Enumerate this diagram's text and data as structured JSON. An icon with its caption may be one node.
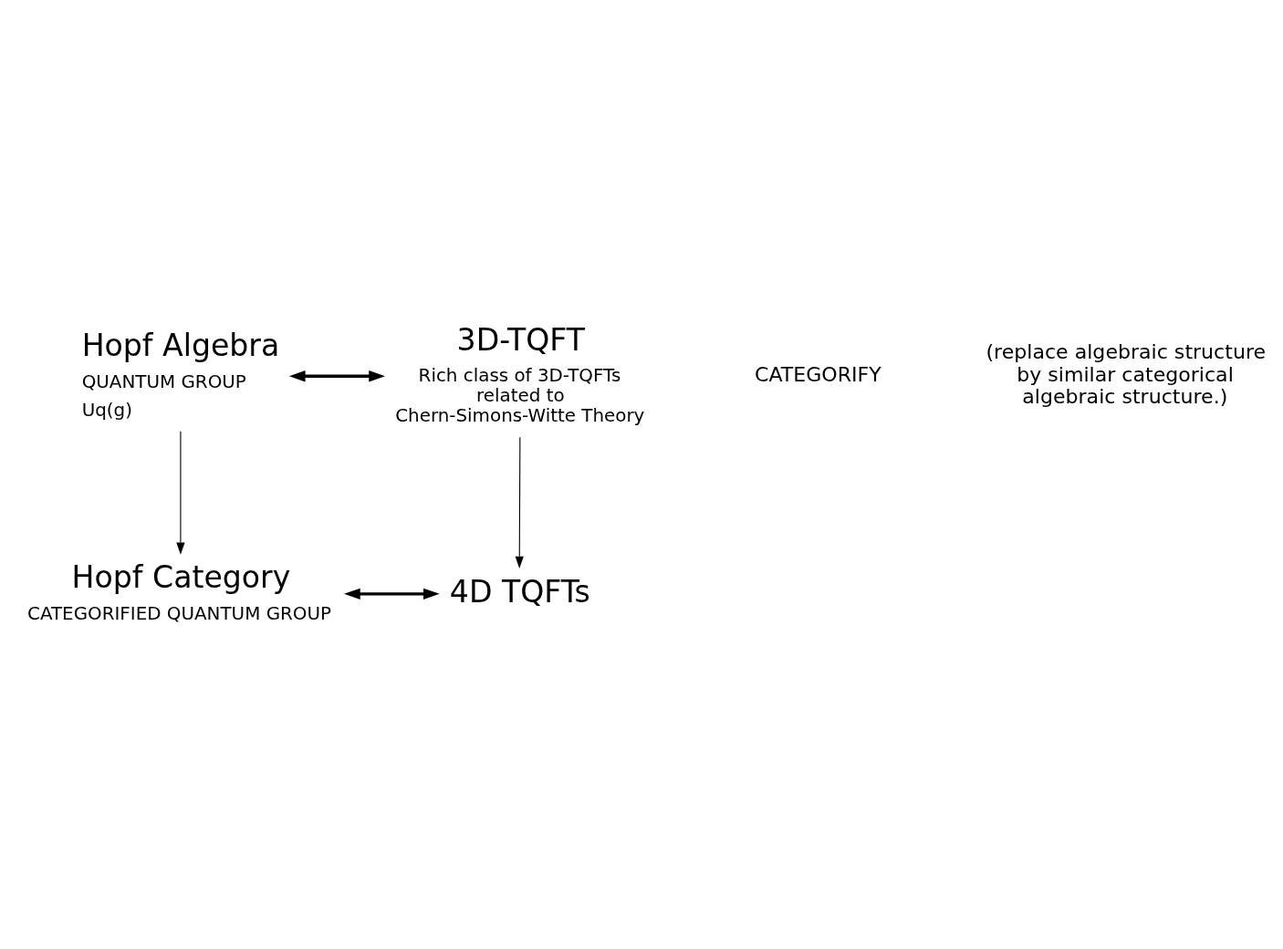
{
  "diagram": {
    "nodes": [
      {
        "text": [
          "Hopf Algebra"
        ],
        "beside": [
          "QUANTUM GROUP",
          "Uq(g)"
        ]
      },
      {
        "text": [
          "3D-TQFT"
        ],
        "beside": [
          "Rich class of 3D-TQFTs related to Chern-Simons-Witte Theory"
        ]
      },
      {
        "text": [
          "Hopf Category"
        ],
        "beside": [
          "CATEGORIFIED QUANTUM GROUP"
        ]
      },
      {
        "text": [
          "4D TQFTs"
        ]
      }
    ],
    "edges": [
      {
        "from": 0,
        "to": 1,
        "arrow": "both",
        "style": "thick"
      },
      {
        "from": 0,
        "to": 2,
        "arrow": "to"
      },
      {
        "from": 1,
        "to": 3,
        "arrow": "to"
      },
      {
        "from": 2,
        "to": 3,
        "arrow": "both",
        "style": "thick"
      }
    ],
    "labels": [
      "CATEGORIFY",
      "(replace algebraic structure by similar categorical algebraic structure.)"
    ]
  }
}
